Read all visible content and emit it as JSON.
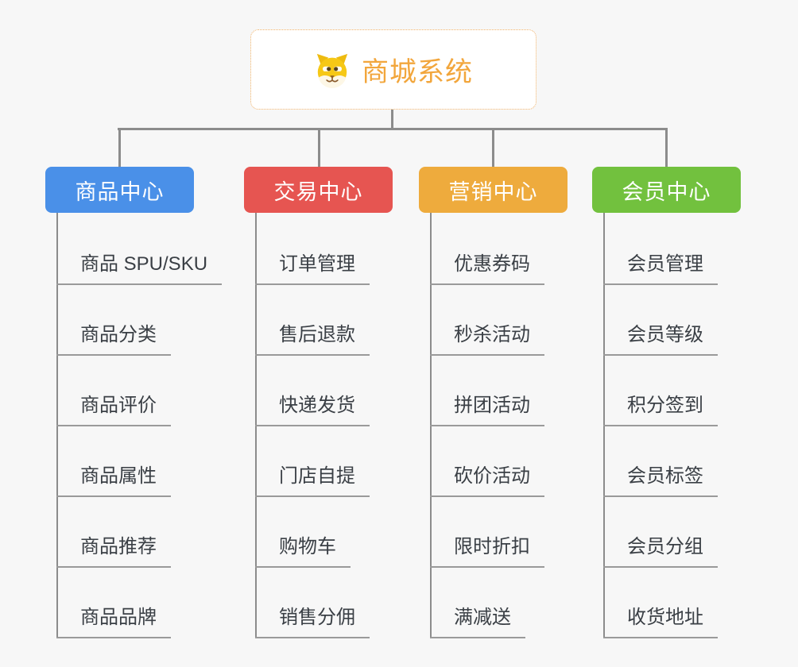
{
  "root": {
    "title": "商城系统",
    "icon": "dog-face-icon"
  },
  "colors": {
    "root_title": "#f2a63c",
    "root_border": "#f0b26a",
    "connector": "#8c8c8c",
    "leaf_underline": "#9a9a9a",
    "leaf_text": "#3a3f45",
    "background": "#f7f7f7"
  },
  "branches": [
    {
      "label": "商品中心",
      "color": "#4a90e8",
      "children": [
        "商品 SPU/SKU",
        "商品分类",
        "商品评价",
        "商品属性",
        "商品推荐",
        "商品品牌"
      ]
    },
    {
      "label": "交易中心",
      "color": "#e65551",
      "children": [
        "订单管理",
        "售后退款",
        "快递发货",
        "门店自提",
        "购物车",
        "销售分佣"
      ]
    },
    {
      "label": "营销中心",
      "color": "#eeab3d",
      "children": [
        "优惠券码",
        "秒杀活动",
        "拼团活动",
        "砍价活动",
        "限时折扣",
        "满减送"
      ]
    },
    {
      "label": "会员中心",
      "color": "#72c13e",
      "children": [
        "会员管理",
        "会员等级",
        "积分签到",
        "会员标签",
        "会员分组",
        "收货地址"
      ]
    }
  ]
}
